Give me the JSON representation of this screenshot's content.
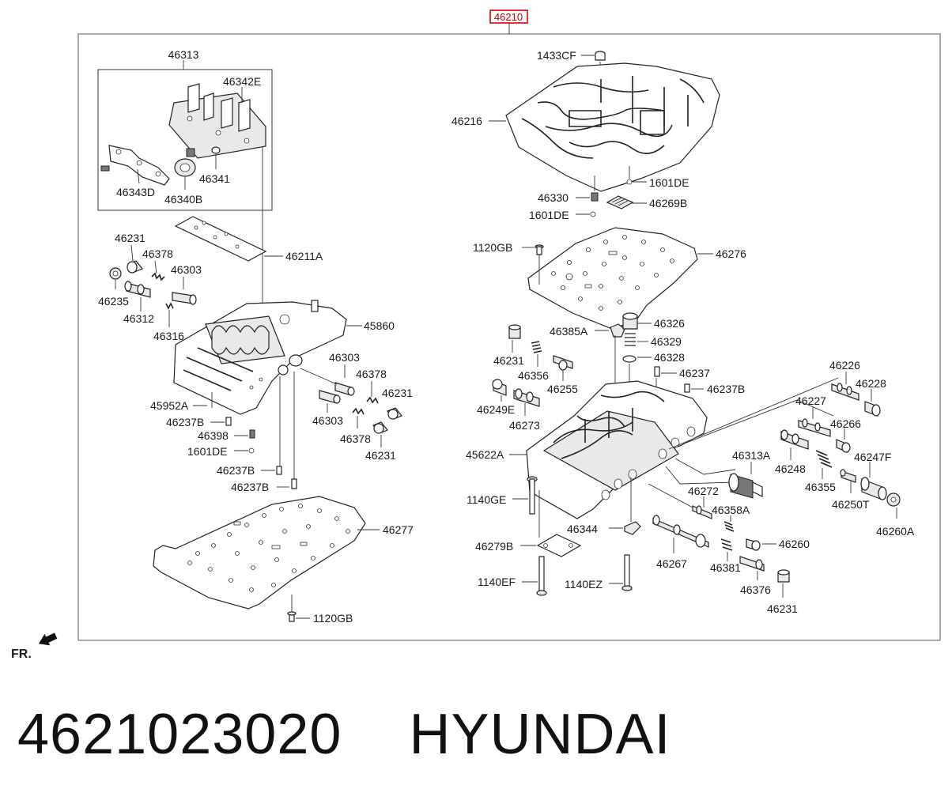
{
  "diagram": {
    "title_part": "46210",
    "direction_label": "FR.",
    "labels": {
      "p46313": "46313",
      "p46342E": "46342E",
      "p46341": "46341",
      "p46343D": "46343D",
      "p46340B": "46340B",
      "p46211A": "46211A",
      "p46231a": "46231",
      "p46378a": "46378",
      "p46303a": "46303",
      "p46235": "46235",
      "p46312": "46312",
      "p46316": "46316",
      "p45860": "45860",
      "p46303b": "46303",
      "p46378b": "46378",
      "p46231b": "46231",
      "p46303c": "46303",
      "p46378c": "46378",
      "p46231c": "46231",
      "p45952A": "45952A",
      "p46237Ba": "46237B",
      "p46398": "46398",
      "p1601DEa": "1601DE",
      "p46237Bb": "46237B",
      "p46237Bc": "46237B",
      "p46277": "46277",
      "p1120GBa": "1120GB",
      "p1433CF": "1433CF",
      "p46216": "46216",
      "p1601DEb": "1601DE",
      "p46330": "46330",
      "p46269B": "46269B",
      "p1601DEc": "1601DE",
      "p1120GBb": "1120GB",
      "p46276": "46276",
      "p46385A": "46385A",
      "p46326": "46326",
      "p46329": "46329",
      "p46328": "46328",
      "p46231d": "46231",
      "p46356": "46356",
      "p46255": "46255",
      "p46237": "46237",
      "p46237Bd": "46237B",
      "p46249E": "46249E",
      "p46273": "46273",
      "p45622A": "45622A",
      "p46226": "46226",
      "p46228": "46228",
      "p46227": "46227",
      "p46266": "46266",
      "p46313A": "46313A",
      "p46248": "46248",
      "p46247F": "46247F",
      "p46355": "46355",
      "p46250T": "46250T",
      "p46260A": "46260A",
      "p46272": "46272",
      "p46358A": "46358A",
      "p1140GE": "1140GE",
      "p46344": "46344",
      "p46279B": "46279B",
      "p46260": "46260",
      "p46267": "46267",
      "p46381": "46381",
      "p1140EF": "1140EF",
      "p1140EZ": "1140EZ",
      "p46376": "46376",
      "p46231e": "46231"
    }
  },
  "caption": {
    "part_number": "4621023020",
    "brand": "HYUNDAI"
  }
}
